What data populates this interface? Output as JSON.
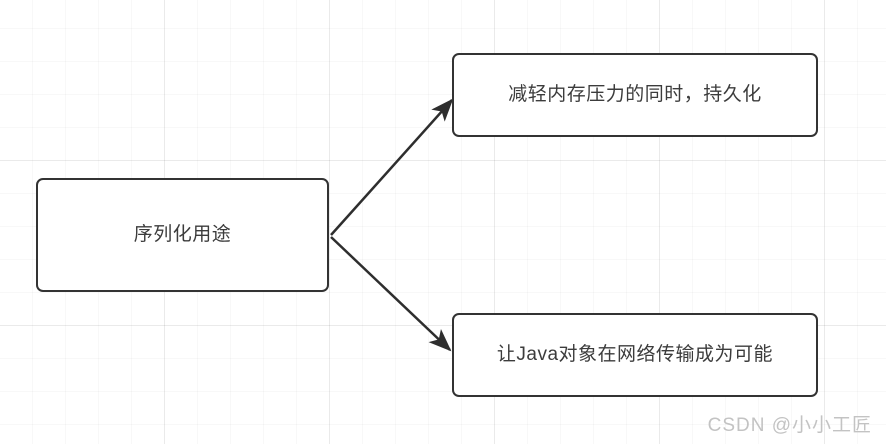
{
  "diagram": {
    "type": "flowchart",
    "nodes": [
      {
        "id": "source",
        "label": "序列化用途",
        "role": "root"
      },
      {
        "id": "target-1",
        "label": "减轻内存压力的同时，持久化",
        "role": "leaf"
      },
      {
        "id": "target-2",
        "label": "让Java对象在网络传输成为可能",
        "role": "leaf"
      }
    ],
    "edges": [
      {
        "id": "edge-source-to-target-1",
        "from": "source",
        "to": "target-1",
        "style": "solid-arrow"
      },
      {
        "id": "edge-source-to-target-2",
        "from": "source",
        "to": "target-2",
        "style": "solid-arrow"
      }
    ],
    "colors": {
      "node_border": "#333333",
      "node_fill": "#ffffff",
      "text": "#3c3c3c",
      "edge": "#2e2e2e",
      "grid": "#e8e8e8",
      "watermark": "#c3c3c3"
    }
  },
  "watermark": {
    "text": "CSDN @小小工匠"
  }
}
